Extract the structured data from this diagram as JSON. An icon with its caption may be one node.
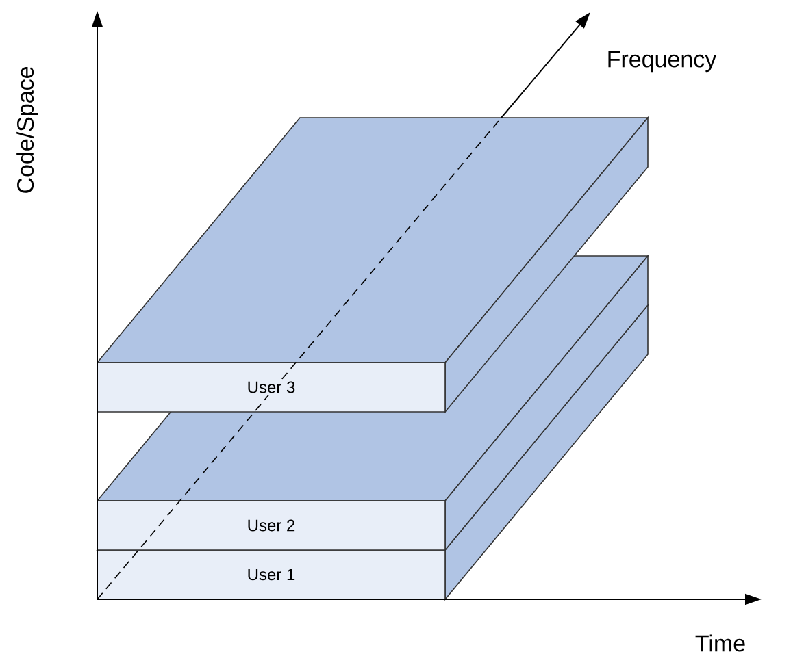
{
  "diagram": {
    "nodes": [
      {
        "text": [
          "User 1"
        ]
      },
      {
        "text": [
          "User 2"
        ]
      },
      {
        "text": [
          "User 3"
        ]
      }
    ],
    "labels": [
      "Code/Space",
      "Frequency",
      "Time"
    ]
  }
}
